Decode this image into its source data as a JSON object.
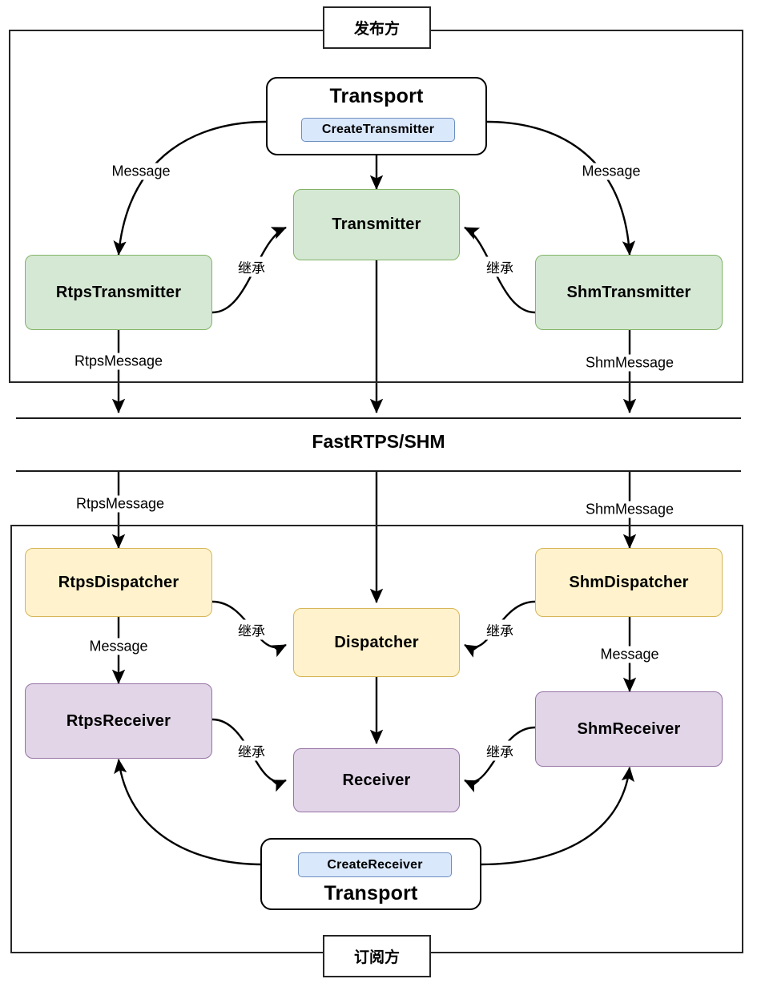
{
  "diagram": {
    "title_top": "发布方",
    "title_bottom": "订阅方",
    "middle_band": "FastRTPS/SHM",
    "colors": {
      "green_fill": "#d5e8d4",
      "green_stroke": "#82b366",
      "yellow_fill": "#fff2cc",
      "yellow_stroke": "#d6b656",
      "purple_fill": "#e1d5e7",
      "purple_stroke": "#9673a6",
      "blue_fill": "#dae8fc",
      "blue_stroke": "#6c8ebf",
      "frame_stroke": "#262626",
      "edge_stroke": "#000000"
    }
  },
  "publisher": {
    "transport_label": "Transport",
    "transport_method": "CreateTransmitter",
    "nodes": {
      "rtps_transmitter": "RtpsTransmitter",
      "transmitter": "Transmitter",
      "shm_transmitter": "ShmTransmitter"
    },
    "edges": {
      "message_left": "Message",
      "message_right": "Message",
      "inherit_left": "继承",
      "inherit_right": "继承",
      "rtps_message_out": "RtpsMessage",
      "shm_message_out": "ShmMessage"
    }
  },
  "subscriber": {
    "transport_label": "Transport",
    "transport_method": "CreateReceiver",
    "nodes": {
      "rtps_dispatcher": "RtpsDispatcher",
      "dispatcher": "Dispatcher",
      "shm_dispatcher": "ShmDispatcher",
      "rtps_receiver": "RtpsReceiver",
      "receiver": "Receiver",
      "shm_receiver": "ShmReceiver"
    },
    "edges": {
      "rtps_message_in": "RtpsMessage",
      "shm_message_in": "ShmMessage",
      "inherit_disp_left": "继承",
      "inherit_disp_right": "继承",
      "inherit_recv_left": "继承",
      "inherit_recv_right": "继承",
      "message_left": "Message",
      "message_right": "Message"
    }
  }
}
